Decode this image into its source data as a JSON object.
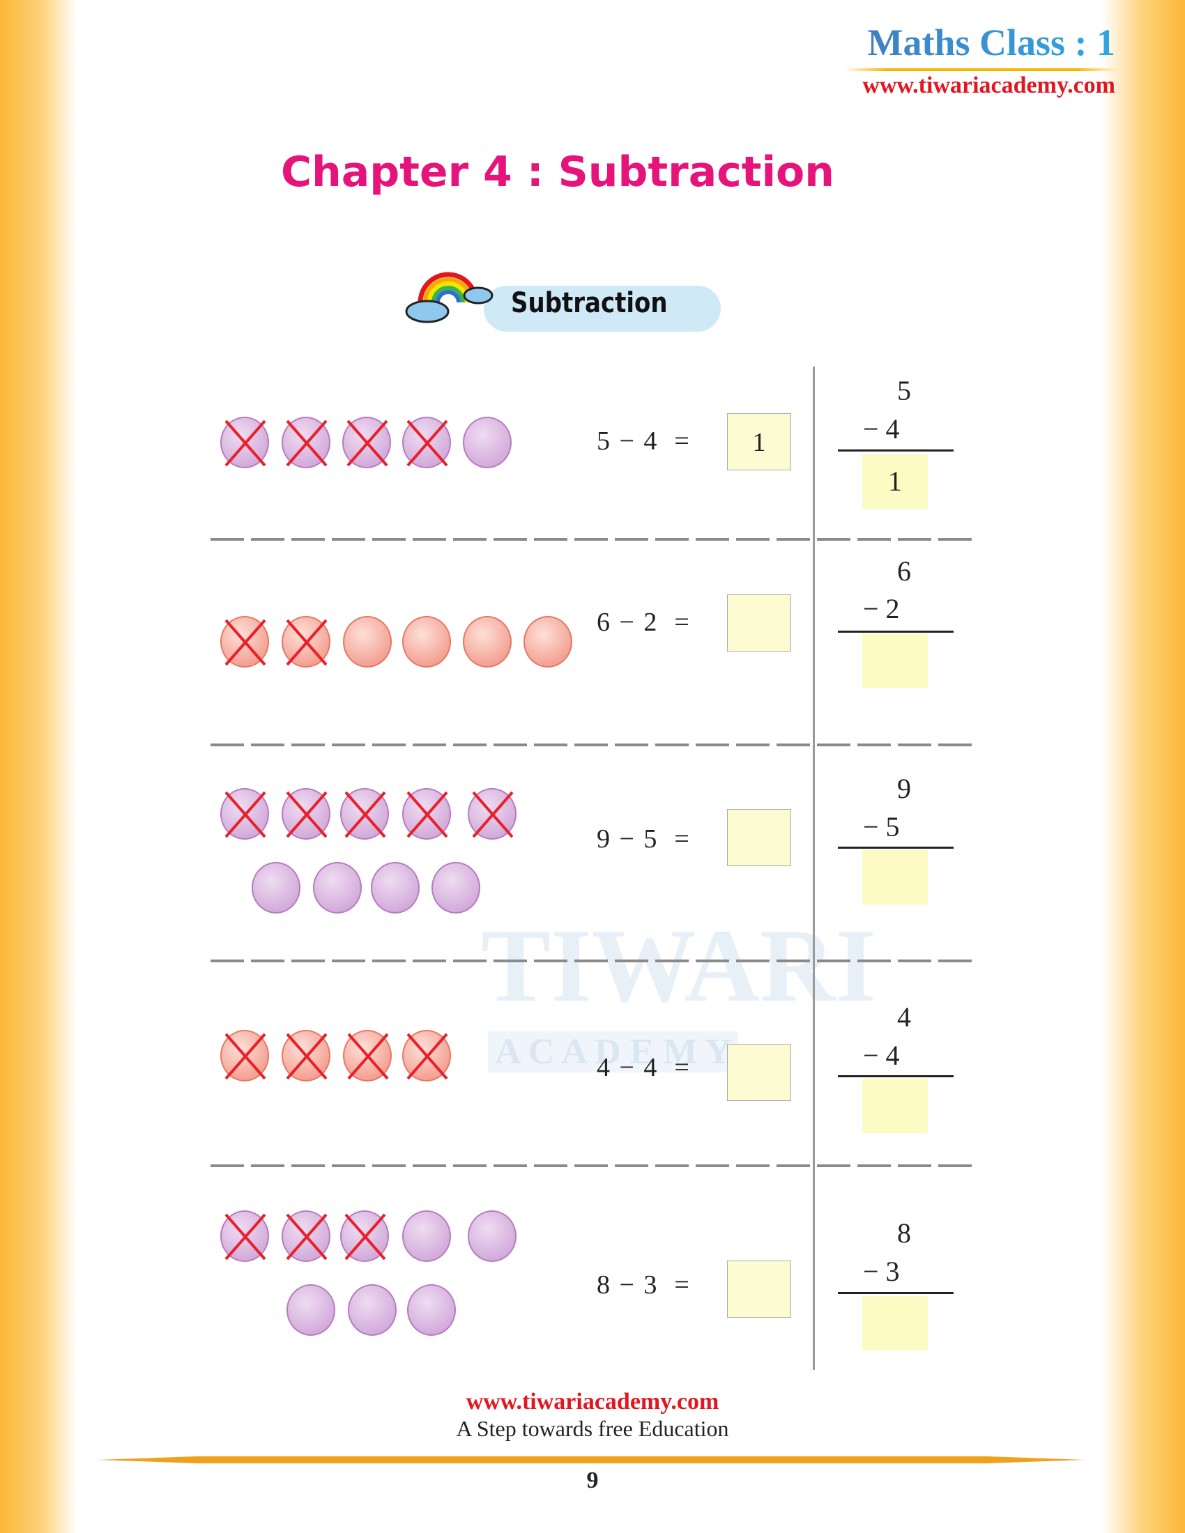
{
  "header": {
    "title": "Maths Class : 1",
    "url": "www.tiwariacademy.com"
  },
  "chapter_title": "Chapter 4 : Subtraction",
  "banner": {
    "label": "Subtraction",
    "icon": "rainbow-cloud-icon"
  },
  "watermark": {
    "line1": "TIWARI",
    "line2": "A C A D E M Y"
  },
  "colors": {
    "purple": "#c99ad2",
    "salmon": "#f08a7a",
    "cross": "#e8202a",
    "answer_box": "#fdfbd2",
    "title": "#e5137a"
  },
  "exercises": [
    {
      "a": "5",
      "b": "4",
      "expression": "5 − 4  =",
      "minus_line": "− 4",
      "answer": "1",
      "color": "purple",
      "crossed": 4,
      "total": 5
    },
    {
      "a": "6",
      "b": "2",
      "expression": "6 − 2  =",
      "minus_line": "− 2",
      "answer": "",
      "color": "salmon",
      "crossed": 2,
      "total": 6
    },
    {
      "a": "9",
      "b": "5",
      "expression": "9 − 5  =",
      "minus_line": "− 5",
      "answer": "",
      "color": "purple",
      "crossed": 5,
      "total": 9
    },
    {
      "a": "4",
      "b": "4",
      "expression": "4 − 4  =",
      "minus_line": "− 4",
      "answer": "",
      "color": "salmon",
      "crossed": 4,
      "total": 4
    },
    {
      "a": "8",
      "b": "3",
      "expression": "8 − 3  =",
      "minus_line": "− 3",
      "answer": "",
      "color": "purple",
      "crossed": 3,
      "total": 8
    }
  ],
  "footer": {
    "url": "www.tiwariacademy.com",
    "tagline": "A Step towards free Education",
    "page_number": "9"
  }
}
